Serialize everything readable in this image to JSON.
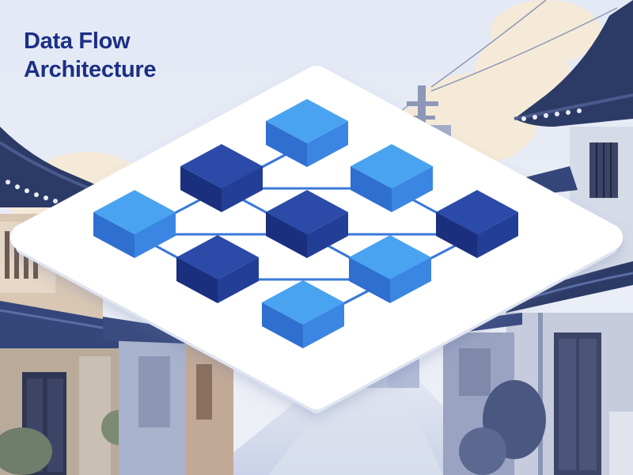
{
  "title": {
    "line1": "Data Flow",
    "line2": "Architecture"
  },
  "colors": {
    "title": "#1b2f86",
    "sky": "#e6eaf4",
    "cloud": "#f6ead9",
    "block_dark": "#1e3a9a",
    "block_light": "#3b8ee8",
    "connector": "#3a78d8",
    "platform": "#ffffff",
    "roof": "#2c3a66"
  },
  "diagram": {
    "nodes": [
      {
        "id": "n1",
        "tone": "light"
      },
      {
        "id": "n2",
        "tone": "dark"
      },
      {
        "id": "n3",
        "tone": "light"
      },
      {
        "id": "n4",
        "tone": "light"
      },
      {
        "id": "n5",
        "tone": "dark"
      },
      {
        "id": "n6",
        "tone": "dark"
      },
      {
        "id": "n7",
        "tone": "dark"
      },
      {
        "id": "n8",
        "tone": "light"
      },
      {
        "id": "n9",
        "tone": "light"
      }
    ],
    "edges": [
      [
        "n1",
        "n2"
      ],
      [
        "n2",
        "n3"
      ],
      [
        "n1",
        "n4"
      ],
      [
        "n2",
        "n5"
      ],
      [
        "n3",
        "n6"
      ],
      [
        "n4",
        "n5"
      ],
      [
        "n5",
        "n6"
      ],
      [
        "n4",
        "n7"
      ],
      [
        "n5",
        "n8"
      ],
      [
        "n6",
        "n9"
      ],
      [
        "n7",
        "n8"
      ],
      [
        "n8",
        "n9"
      ]
    ]
  },
  "background": {
    "scene": "alley-with-traditional-houses"
  }
}
